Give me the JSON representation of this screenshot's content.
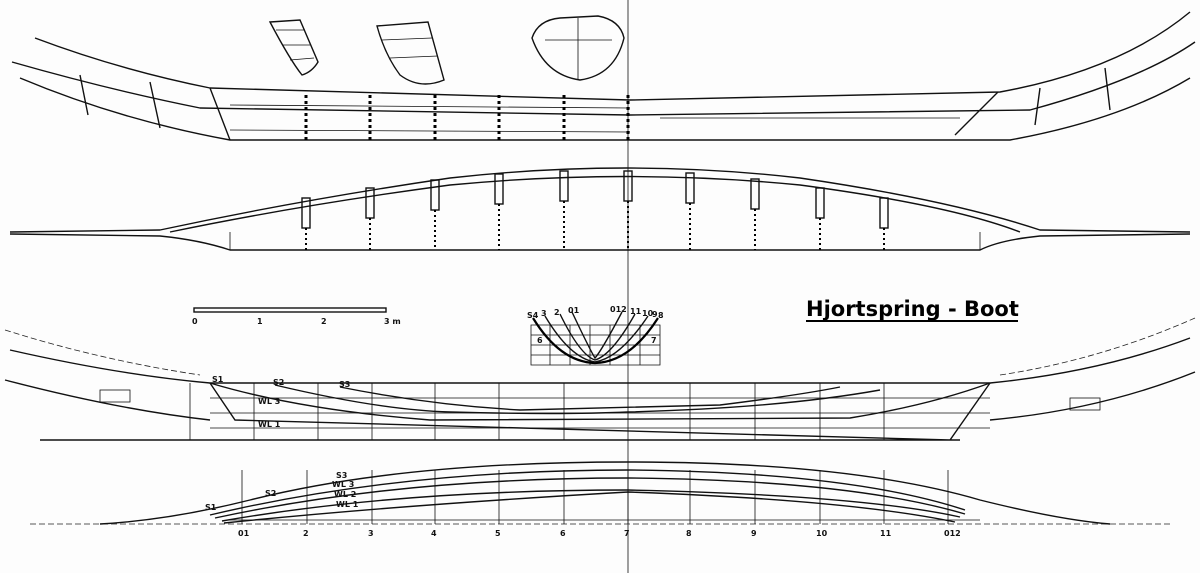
{
  "title": "Hjortspring - Boot",
  "scale_bar": {
    "ticks": [
      "0",
      "1",
      "2",
      "3 m"
    ]
  },
  "body_plan_labels": {
    "left": [
      "S4",
      "3",
      "2",
      "01"
    ],
    "right": [
      "012",
      "11",
      "10",
      "9",
      "8"
    ],
    "inner_left": "6",
    "inner_right": "7"
  },
  "lines_plan_labels": {
    "sheer": [
      "S1",
      "S2",
      "S3"
    ],
    "waterlines": [
      "WL 3",
      "WL 1"
    ]
  },
  "profile_labels": {
    "sheer": [
      "S1",
      "S2",
      "S3"
    ],
    "waterlines": [
      "WL 3",
      "WL 2",
      "WL 1"
    ]
  },
  "stations": [
    "01",
    "2",
    "3",
    "4",
    "5",
    "6",
    "7",
    "8",
    "9",
    "10",
    "11",
    "012"
  ]
}
